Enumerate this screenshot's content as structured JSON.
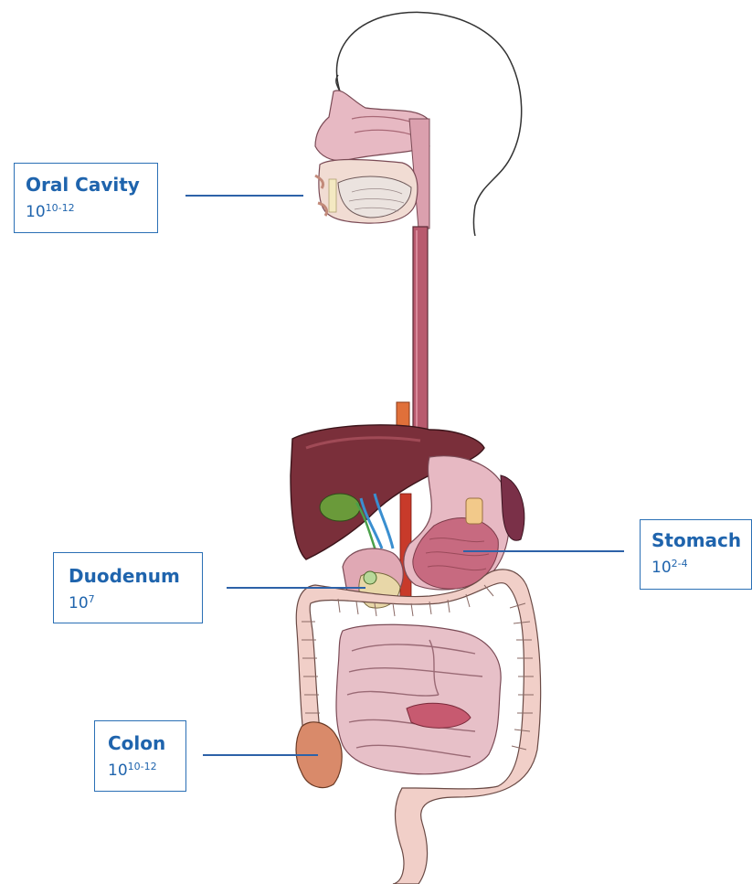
{
  "labels": {
    "oral_cavity": {
      "name": "Oral Cavity",
      "base": "10",
      "exp": "10-12"
    },
    "stomach": {
      "name": "Stomach",
      "base": "10",
      "exp": "2-4"
    },
    "duodenum": {
      "name": "Duodenum",
      "base": "10",
      "exp": "7"
    },
    "colon": {
      "name": "Colon",
      "base": "10",
      "exp": "10-12"
    }
  },
  "colors": {
    "label_text": "#1f64ad",
    "label_border": "#2a6fb5",
    "leader_line": "#2d62a8",
    "tissue_pink": "#e8b8c2",
    "liver": "#7a2f3a",
    "colon_tissue": "#f1cfc8",
    "esophagus": "#b85a6e"
  }
}
